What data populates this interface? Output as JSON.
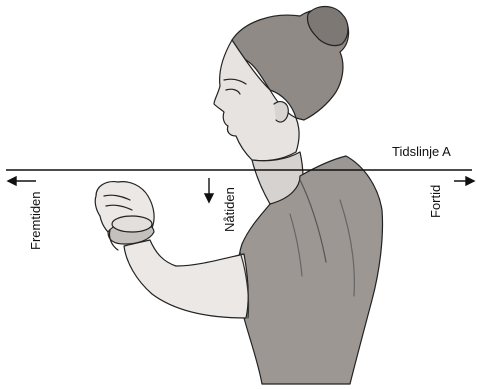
{
  "timeline": {
    "name": "Tidslinje A",
    "future_label": "Fremtiden",
    "present_label": "Nåtiden",
    "past_label": "Fortid"
  },
  "colors": {
    "ink": "#111111",
    "hair": "#8f8a85",
    "shirt": "#9c9793",
    "skin_shade": "#b9b4b0",
    "background": "#ffffff"
  },
  "illustration": {
    "subject": "woman-looking-at-wristwatch",
    "icons": [
      "arrow-left-icon",
      "arrow-down-icon",
      "arrow-right-icon",
      "wristwatch-icon"
    ]
  }
}
